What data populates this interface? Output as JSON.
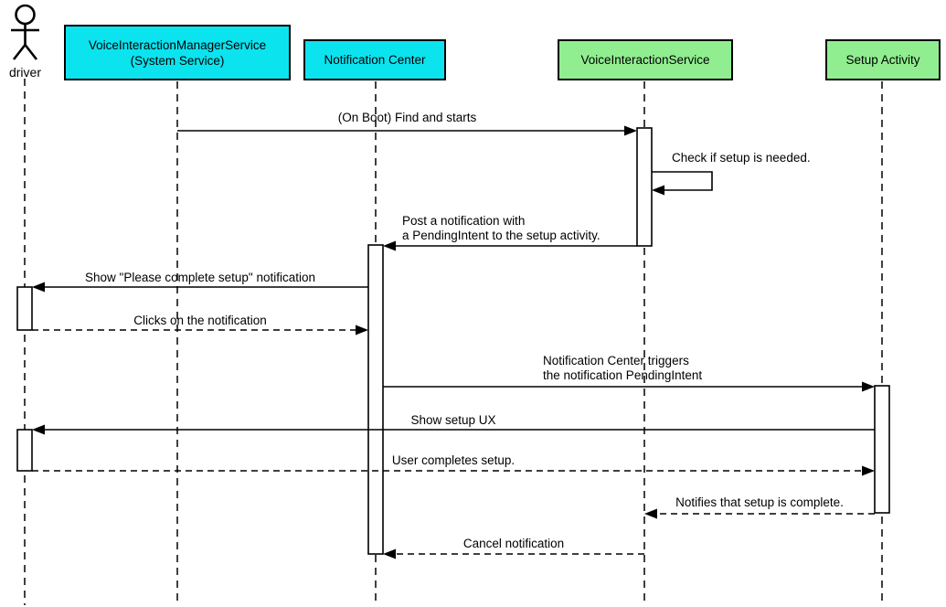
{
  "title": "Voice interaction setup sequence diagram",
  "colors": {
    "participant_system": "#0be3ef",
    "participant_app": "#90ee90",
    "line": "#000000",
    "background": "#ffffff"
  },
  "actor": {
    "label": "driver"
  },
  "participants": [
    {
      "id": "voice-interaction-manager-service",
      "lines": [
        "VoiceInteractionManagerService",
        "(System Service)"
      ],
      "fill": "system"
    },
    {
      "id": "notification-center",
      "lines": [
        "Notification Center"
      ],
      "fill": "system"
    },
    {
      "id": "voice-interaction-service",
      "lines": [
        "VoiceInteractionService"
      ],
      "fill": "app"
    },
    {
      "id": "setup-activity",
      "lines": [
        "Setup Activity"
      ],
      "fill": "app"
    }
  ],
  "messages": [
    {
      "from": "voice-interaction-manager-service",
      "to": "voice-interaction-service",
      "style": "solid",
      "lines": [
        "(On Boot) Find and starts"
      ]
    },
    {
      "from": "voice-interaction-service",
      "to": "voice-interaction-service",
      "style": "solid-self",
      "lines": [
        "Check if setup is needed."
      ]
    },
    {
      "from": "voice-interaction-service",
      "to": "notification-center",
      "style": "solid",
      "lines": [
        "Post a notification with",
        "a PendingIntent to the setup activity."
      ]
    },
    {
      "from": "notification-center",
      "to": "driver",
      "style": "solid",
      "lines": [
        "Show \"Please complete setup\" notification"
      ]
    },
    {
      "from": "driver",
      "to": "notification-center",
      "style": "dashed",
      "lines": [
        "Clicks on the notification"
      ]
    },
    {
      "from": "notification-center",
      "to": "setup-activity",
      "style": "solid",
      "lines": [
        "Notification Center triggers",
        "the notification PendingIntent"
      ]
    },
    {
      "from": "setup-activity",
      "to": "driver",
      "style": "solid",
      "lines": [
        "Show setup UX"
      ]
    },
    {
      "from": "driver",
      "to": "setup-activity",
      "style": "dashed",
      "lines": [
        "User completes setup."
      ]
    },
    {
      "from": "setup-activity",
      "to": "voice-interaction-service",
      "style": "dashed",
      "lines": [
        "Notifies that setup is complete."
      ]
    },
    {
      "from": "voice-interaction-service",
      "to": "notification-center",
      "style": "dashed",
      "lines": [
        "Cancel notification"
      ]
    }
  ]
}
